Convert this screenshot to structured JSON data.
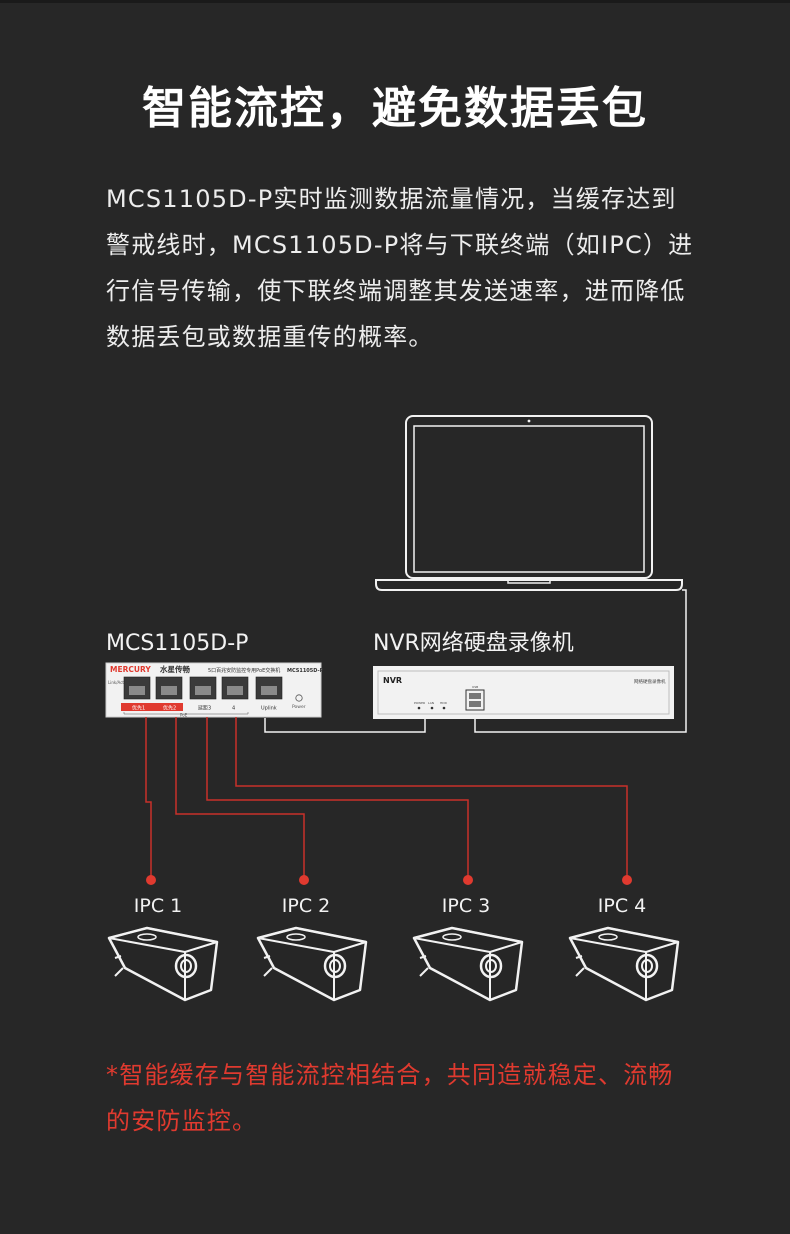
{
  "title": "智能流控，避免数据丢包",
  "description": "MCS1105D-P实时监测数据流量情况，当缓存达到警戒线时，MCS1105D-P将与下联终端（如IPC）进行信号传输，使下联终端调整其发送速率，进而降低数据丢包或数据重传的概率。",
  "switch": {
    "label": "MCS1105D-P",
    "brand": "MERCURY",
    "brand_cn": "水星传畅",
    "model_tag": "MCS1105D-P",
    "desc": "5口百兆安防监控专用PoE交换机",
    "port_labels": [
      "优先1",
      "优先2",
      "延距3",
      "4",
      "Uplink"
    ],
    "poe_label": "PoE",
    "link_label": "Link/Act",
    "power_label": "Power"
  },
  "nvr": {
    "label": "NVR网络硬盘录像机",
    "panel_text": "NVR",
    "panel_desc": "网络硬盘录像机",
    "led_labels": [
      "POWER",
      "LAN",
      "HDD"
    ],
    "usb_label": "USB"
  },
  "cameras": [
    "IPC 1",
    "IPC 2",
    "IPC 3",
    "IPC 4"
  ],
  "note": "*智能缓存与智能流控相结合，共同造就稳定、流畅的安防监控。",
  "colors": {
    "background": "#272727",
    "accent": "#e03a2f",
    "line": "#f2f2f2",
    "red_line": "#c8302a"
  }
}
